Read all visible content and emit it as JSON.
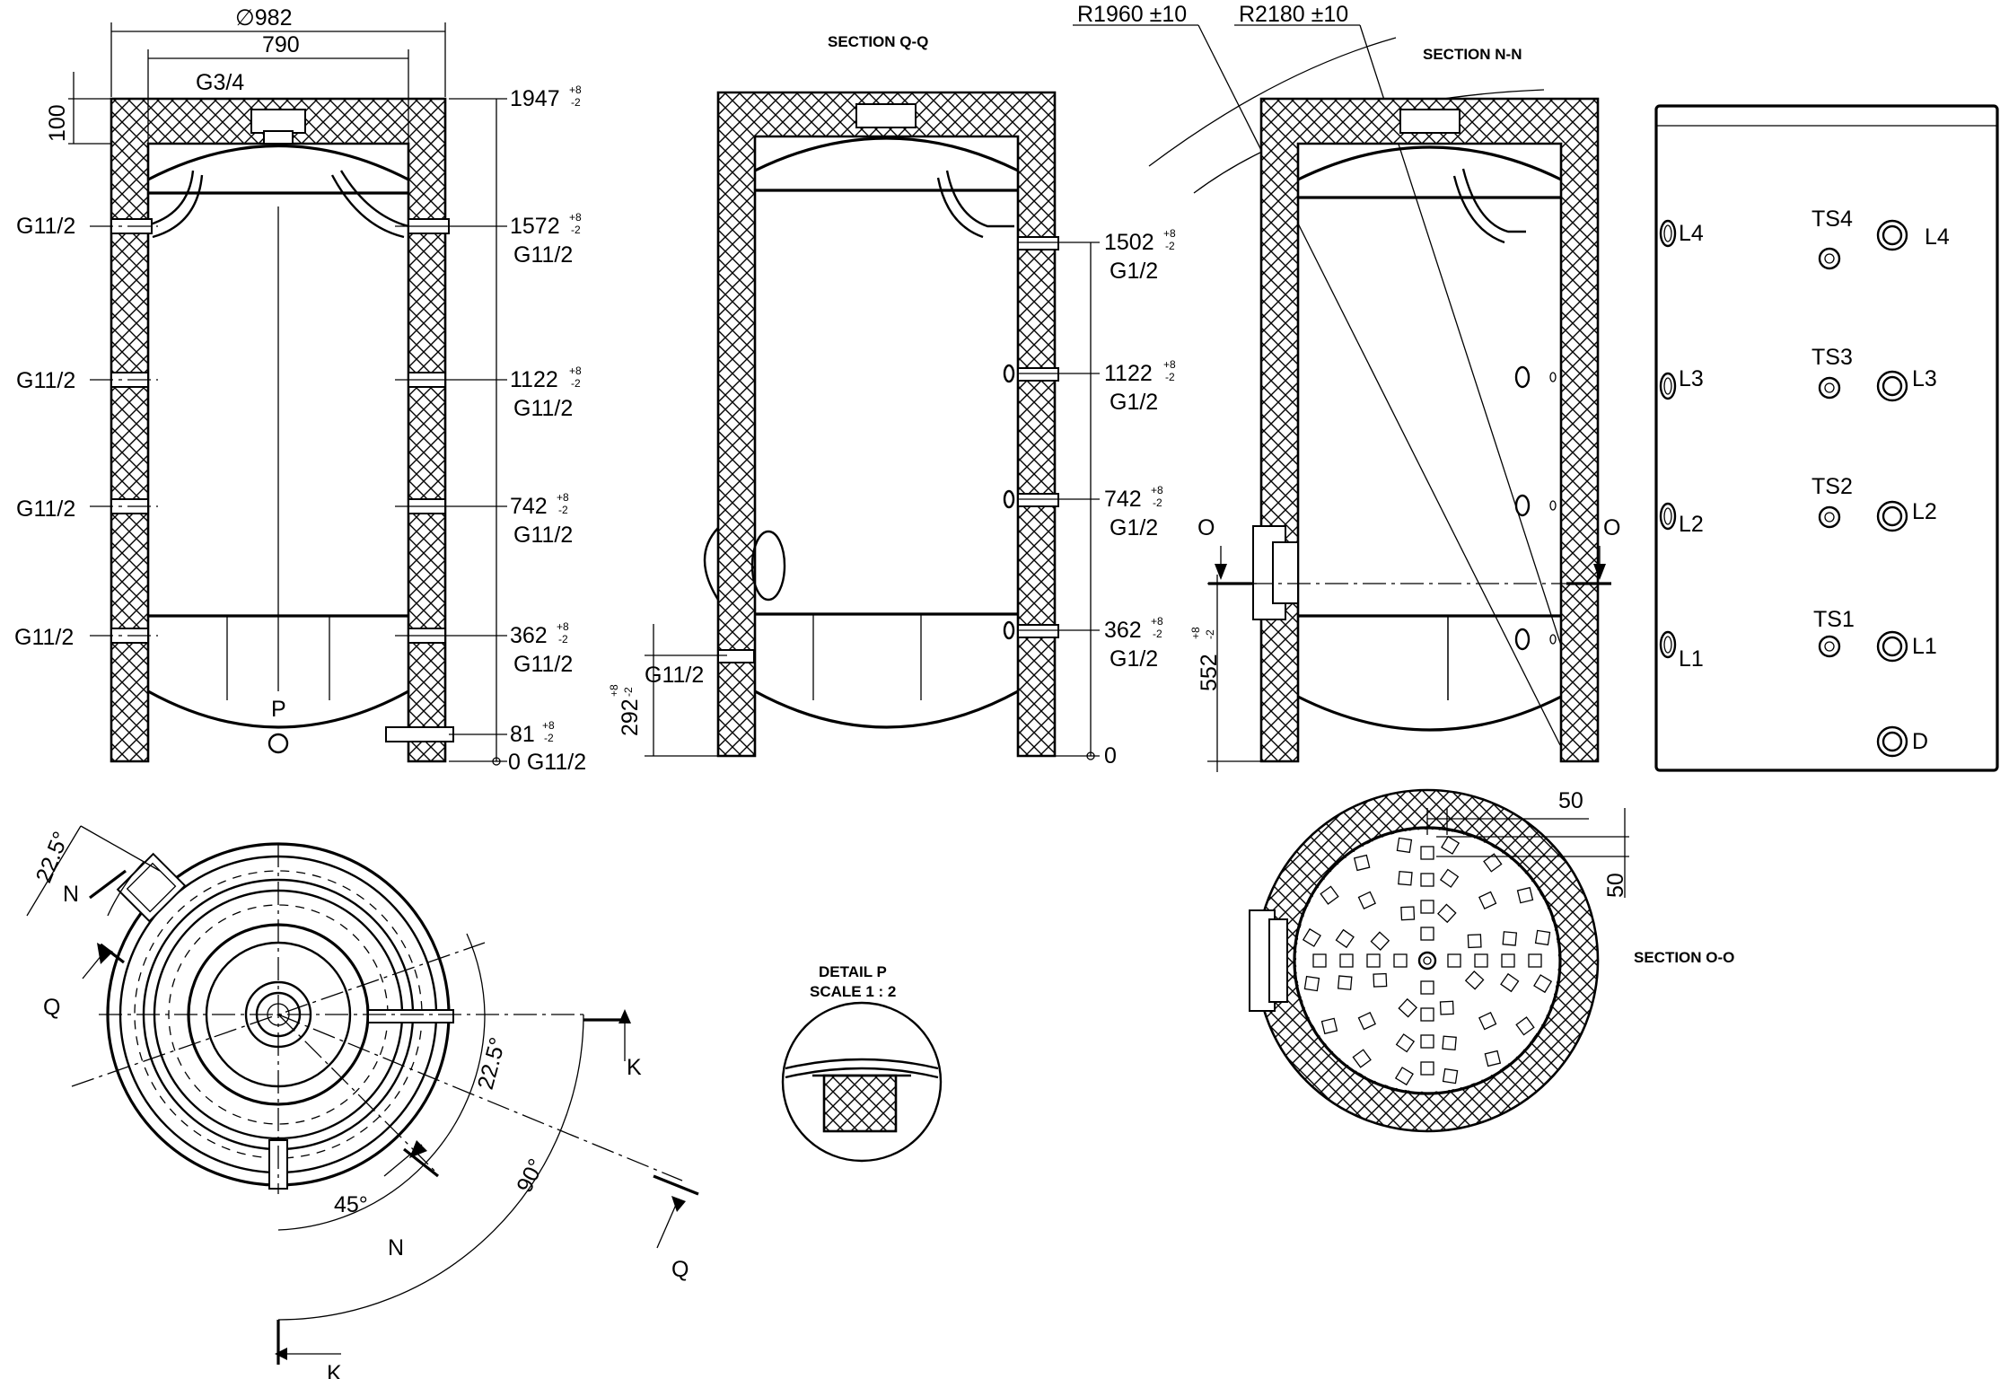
{
  "front_view": {
    "diameter": "∅982",
    "inner_width": "790",
    "top_thread": "G3/4",
    "insulation_top": "100",
    "left_ports": [
      "G11/2",
      "G11/2",
      "G11/2",
      "G11/2"
    ],
    "heights": [
      {
        "value": "1947",
        "tol_up": "+8",
        "tol_dn": "-2",
        "thread": ""
      },
      {
        "value": "1572",
        "tol_up": "+8",
        "tol_dn": "-2",
        "thread": "G11/2"
      },
      {
        "value": "1122",
        "tol_up": "+8",
        "tol_dn": "-2",
        "thread": "G11/2"
      },
      {
        "value": "742",
        "tol_up": "+8",
        "tol_dn": "-2",
        "thread": "G11/2"
      },
      {
        "value": "362",
        "tol_up": "+8",
        "tol_dn": "-2",
        "thread": "G11/2"
      },
      {
        "value": "81",
        "tol_up": "+8",
        "tol_dn": "-2",
        "thread": ""
      }
    ],
    "zero": "0 G11/2",
    "detail_mark": "P"
  },
  "section_qq": {
    "title": "SECTION Q-Q",
    "drain_height": "292",
    "drain_tol_up": "+8",
    "drain_tol_dn": "-2",
    "drain_thread": "G11/2",
    "heights": [
      {
        "value": "1502",
        "tol_up": "+8",
        "tol_dn": "-2",
        "thread": "G1/2"
      },
      {
        "value": "1122",
        "tol_up": "+8",
        "tol_dn": "-2",
        "thread": "G1/2"
      },
      {
        "value": "742",
        "tol_up": "+8",
        "tol_dn": "-2",
        "thread": "G1/2"
      },
      {
        "value": "362",
        "tol_up": "+8",
        "tol_dn": "-2",
        "thread": "G1/2"
      }
    ],
    "zero": "0"
  },
  "section_nn": {
    "title": "SECTION N-N",
    "radius_inner": "R1960 ±10",
    "radius_outer": "R2180 ±10",
    "section_mark_left": "O",
    "section_mark_right": "O",
    "flange_height": "552",
    "flange_tol_up": "+8",
    "flange_tol_dn": "-2"
  },
  "side_view": {
    "left_labels": [
      "L4",
      "L3",
      "L2",
      "L1"
    ],
    "sensor_labels": [
      "TS4",
      "TS3",
      "TS2",
      "TS1"
    ],
    "right_labels": [
      "L4",
      "L3",
      "L2",
      "L1",
      "D"
    ]
  },
  "top_view": {
    "angle_top": "22.5°",
    "angle_right": "22.5°",
    "angle_45": "45°",
    "angle_90": "90°",
    "mark_n": "N",
    "mark_q": "Q",
    "mark_k": "K"
  },
  "detail_p": {
    "title": "DETAIL P",
    "scale": "SCALE 1 : 2"
  },
  "section_oo": {
    "title": "SECTION O-O",
    "dim_horizontal": "50",
    "dim_vertical": "50"
  }
}
